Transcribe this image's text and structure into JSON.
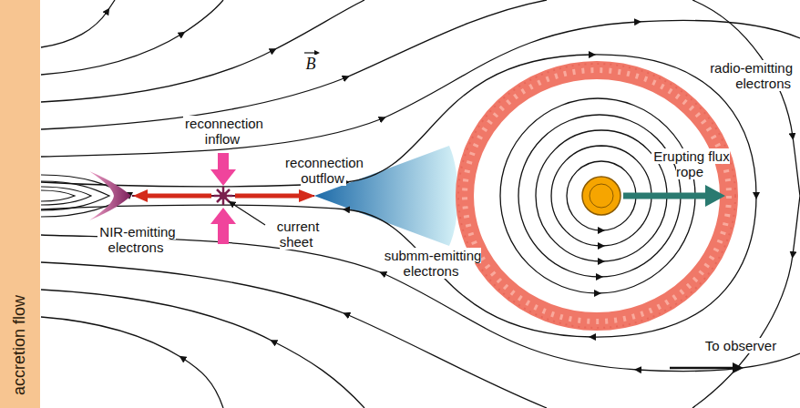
{
  "diagram": {
    "nodes": [
      {
        "text": [
          "accretion flow"
        ]
      }
    ],
    "labels": [
      "B",
      "reconnection inflow",
      "reconnection outflow",
      "current sheet",
      "NIR-emitting electrons",
      "submm-emitting electrons",
      "radio-emitting electrons",
      "Erupting flux rope",
      "To observer"
    ]
  }
}
